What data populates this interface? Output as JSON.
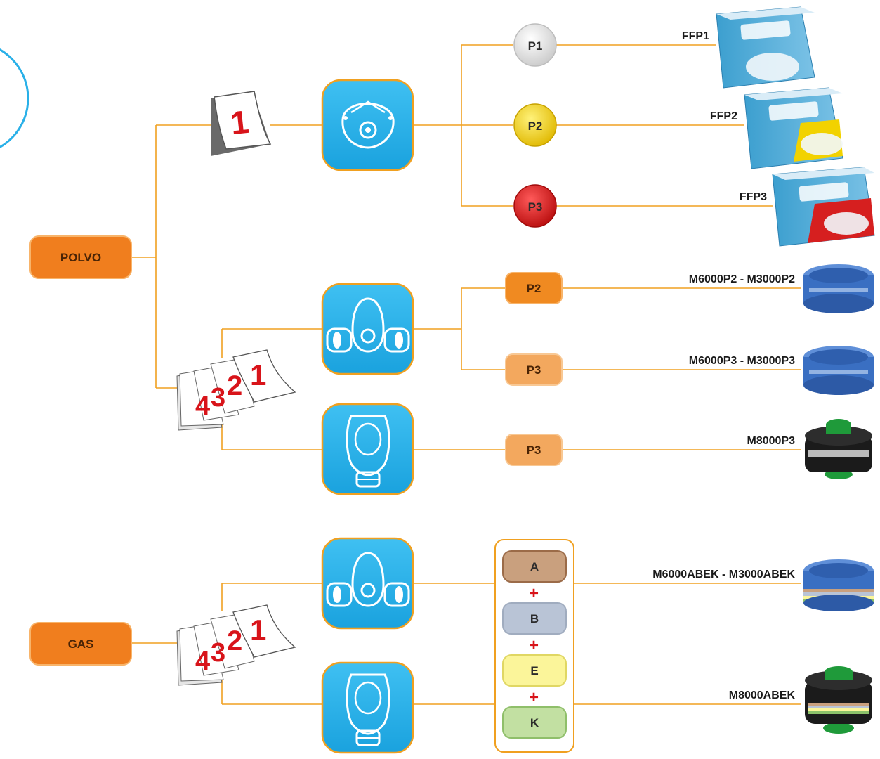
{
  "categories": {
    "polvo": "POLVO",
    "gas": "GAS"
  },
  "disposable_branch": {
    "use_icon": "calendar-single-use-icon",
    "use_number": "1",
    "mask_icon": "disposable-mask-icon",
    "classes": [
      {
        "label": "P1",
        "color": "#e8e8e8",
        "text_color": "#2b2b2b",
        "product": "FFP1",
        "product_icon": "ffp1-box-image"
      },
      {
        "label": "P2",
        "color": "#f2d200",
        "text_color": "#2b2b2b",
        "product": "FFP2",
        "product_icon": "ffp2-box-image"
      },
      {
        "label": "P3",
        "color": "#d61f1f",
        "text_color": "#2b2b2b",
        "product": "FFP3",
        "product_icon": "ffp3-box-image"
      }
    ]
  },
  "reusable_branch": {
    "use_icon": "calendar-multi-use-icon",
    "use_numbers": [
      "4",
      "3",
      "2",
      "1"
    ],
    "half_mask": {
      "icon": "half-mask-icon",
      "filters": [
        {
          "label": "P2",
          "color": "#f08a21",
          "product": "M6000P2 - M3000P2",
          "product_icon": "blue-filter-image"
        },
        {
          "label": "P3",
          "color": "#f3a85e",
          "product": "M6000P3 - M3000P3",
          "product_icon": "blue-filter-image"
        }
      ]
    },
    "full_mask": {
      "icon": "full-face-mask-icon",
      "filters": [
        {
          "label": "P3",
          "color": "#f3a85e",
          "product": "M8000P3",
          "product_icon": "black-filter-image"
        }
      ]
    }
  },
  "gas_branch": {
    "use_numbers": [
      "4",
      "3",
      "2",
      "1"
    ],
    "half_mask_icon": "half-mask-icon",
    "full_mask_icon": "full-face-mask-icon",
    "filter_types": [
      {
        "label": "A",
        "color": "#c9a07e"
      },
      {
        "label": "B",
        "color": "#b9c4d6"
      },
      {
        "label": "E",
        "color": "#fbf59a"
      },
      {
        "label": "K",
        "color": "#c2e0a2"
      }
    ],
    "plus_sign": "+",
    "products": [
      {
        "label": "M6000ABEK - M3000ABEK",
        "product_icon": "blue-gas-filter-image"
      },
      {
        "label": "M8000ABEK",
        "product_icon": "black-gas-filter-image"
      }
    ]
  },
  "colors": {
    "line": "#f0a020",
    "category_fill": "#f07e1e",
    "icon_tile": "#29b0e8",
    "icon_border": "#f0a020"
  }
}
